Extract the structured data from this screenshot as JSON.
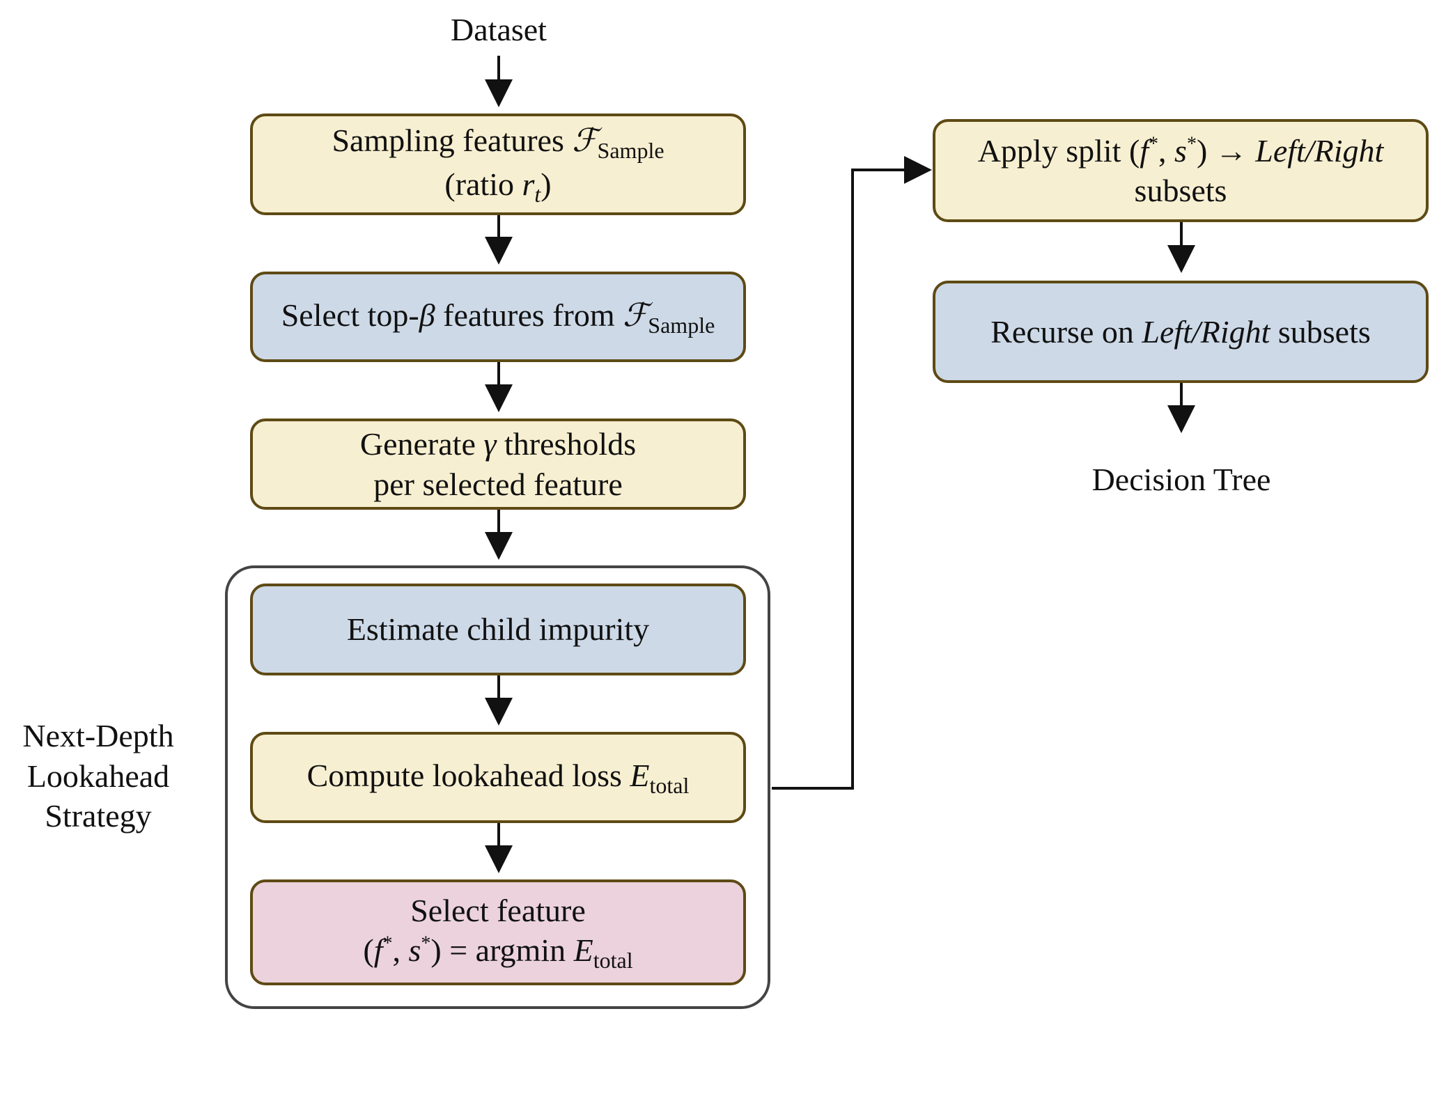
{
  "top_label": "Dataset",
  "bottom_label": "Decision Tree",
  "group_label": "Next-Depth\nLookahead\nStrategy",
  "boxes": {
    "sampling": {
      "text": "Sampling features ",
      "symbol": "ℱ",
      "sub": "Sample",
      "line2_pre": "(ratio ",
      "var": "r",
      "var_sub": "t",
      "line2_post": ")"
    },
    "select_top": {
      "pre": "Select top-",
      "beta": "β",
      "mid": " features from ",
      "symbol": "ℱ",
      "sub": "Sample"
    },
    "generate": {
      "pre": "Generate ",
      "gamma": "γ",
      "post": " thresholds",
      "line2": "per selected feature"
    },
    "estimate": {
      "text": "Estimate child impurity"
    },
    "compute": {
      "pre": "Compute lookahead loss ",
      "var": "E",
      "sub": "total"
    },
    "select_feature": {
      "line1": "Select feature",
      "lp": "(",
      "f": "f",
      "star": "*",
      "comma": ", ",
      "s": "s",
      "rp": ") = argmin ",
      "var": "E",
      "sub": "total"
    },
    "apply": {
      "pre": "Apply split (",
      "f": "f",
      "star": "*",
      "comma": ", ",
      "s": "s",
      "post": ") → ",
      "lr": "Left/Right",
      "line2": "subsets"
    },
    "recurse": {
      "pre": "Recurse on ",
      "lr": "Left/Right",
      "post": " subsets"
    }
  },
  "colors": {
    "yellow": "#f7efd1",
    "blue": "#cdd9e7",
    "pink": "#ebd2dc",
    "border": "#5e4a14"
  }
}
